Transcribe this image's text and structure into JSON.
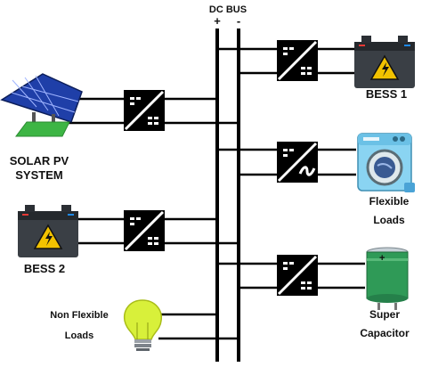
{
  "bus": {
    "title": "DC BUS",
    "plus": "+",
    "minus": "-"
  },
  "converter_labels": {
    "dcdc": "DC DC",
    "dcac": "DC AC"
  },
  "labels": {
    "solar_line1": "SOLAR PV",
    "solar_line2": "SYSTEM",
    "bess2": "BESS 2",
    "non_flexible_line1": "Non Flexible",
    "non_flexible_line2": "Loads",
    "bess1": "BESS 1",
    "flexible_line1": "Flexible",
    "flexible_line2": "Loads",
    "super_line1": "Super",
    "super_line2": "Capacitor"
  },
  "colors": {
    "line": "#000000",
    "solar_panel": "#1f3fa8",
    "solar_base": "#3db544",
    "battery_body": "#3a3f45",
    "warning": "#f2c200",
    "bulb": "#d8f03a",
    "capacitor": "#2f9a57",
    "washer_body": "#8ad4f2"
  },
  "icons": {
    "solar": "solar-panel-icon",
    "battery": "battery-warning-icon",
    "bulb": "light-bulb-icon",
    "washer": "washing-machine-icon",
    "capacitor": "capacitor-icon",
    "converter": "converter-icon"
  }
}
